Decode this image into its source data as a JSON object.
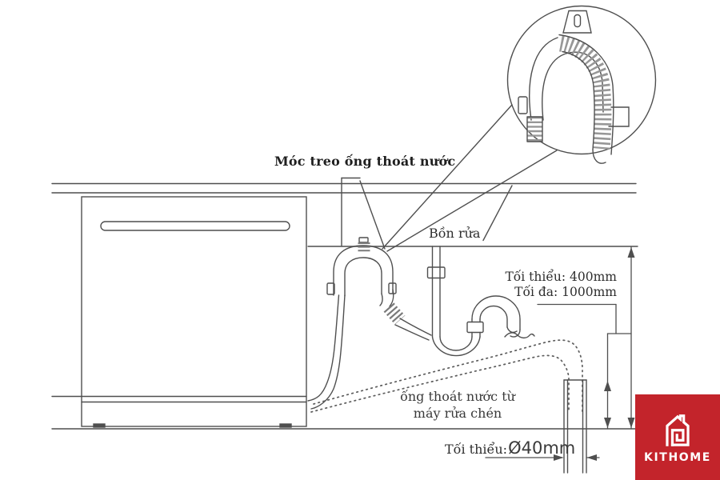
{
  "diagram": {
    "labels": {
      "hose_hanger": "Móc treo ống thoát nước",
      "sink": "Bồn rửa",
      "height_min": "Tối thiểu: 400mm",
      "height_max": "Tối đa: 1000mm",
      "drain_hose_line1": "ống thoát nước từ",
      "drain_hose_line2": "máy rửa chén",
      "diameter_prefix": "Tối thiểu:",
      "diameter_value": "Ø40mm"
    },
    "colors": {
      "line": "#4f4f4f",
      "text": "#2e2e2e",
      "logo_red": "#c3242b"
    }
  },
  "logo": {
    "text": "KITHOME"
  }
}
